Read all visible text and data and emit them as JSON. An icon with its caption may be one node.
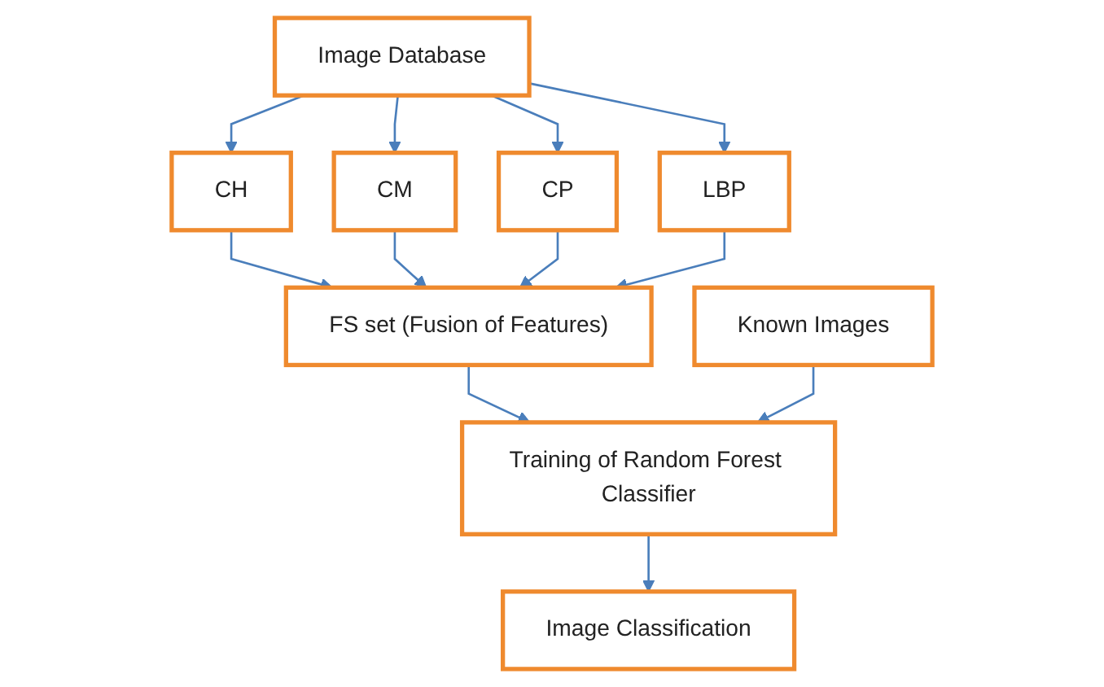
{
  "diagram": {
    "nodes": [
      {
        "text": [
          "Image Database"
        ]
      },
      {
        "text": [
          "CH"
        ]
      },
      {
        "text": [
          "CM"
        ]
      },
      {
        "text": [
          "CP"
        ]
      },
      {
        "text": [
          "LBP"
        ]
      },
      {
        "text": [
          "FS set (Fusion of Features)"
        ]
      },
      {
        "text": [
          "Known Images"
        ]
      },
      {
        "text": [
          "Training of Random Forest Classifier"
        ]
      },
      {
        "text": [
          "Image Classification"
        ]
      }
    ],
    "edges": [
      {
        "from": 0,
        "to": 1,
        "arrow": "to"
      },
      {
        "from": 0,
        "to": 2,
        "arrow": "to"
      },
      {
        "from": 0,
        "to": 3,
        "arrow": "to"
      },
      {
        "from": 0,
        "to": 4,
        "arrow": "to"
      },
      {
        "from": 1,
        "to": 5,
        "arrow": "to"
      },
      {
        "from": 2,
        "to": 5,
        "arrow": "to"
      },
      {
        "from": 3,
        "to": 5,
        "arrow": "to"
      },
      {
        "from": 4,
        "to": 5,
        "arrow": "to"
      },
      {
        "from": 5,
        "to": 7,
        "arrow": "to"
      },
      {
        "from": 6,
        "to": 7,
        "arrow": "to"
      },
      {
        "from": 7,
        "to": 8,
        "arrow": "to"
      }
    ]
  }
}
